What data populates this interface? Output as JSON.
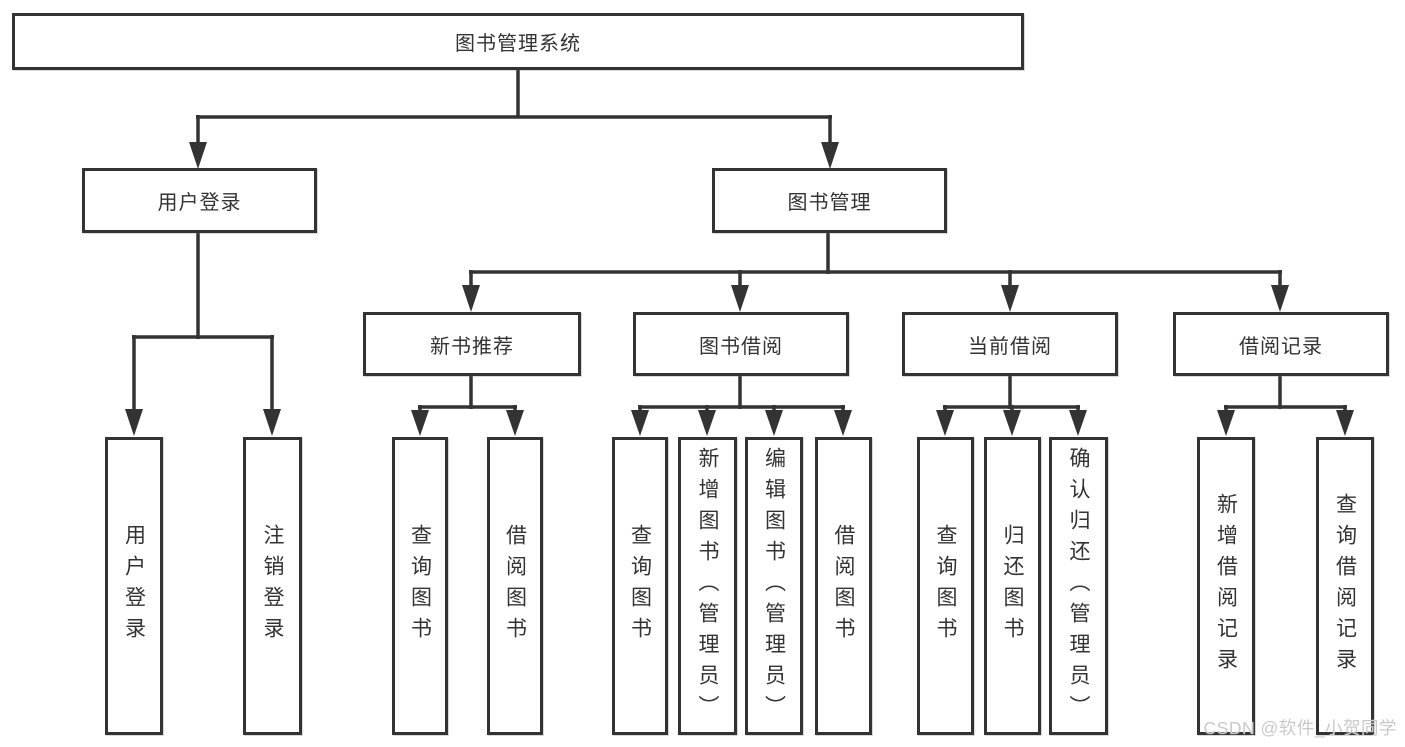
{
  "root": {
    "label": "图书管理系统"
  },
  "branches": [
    {
      "label": "用户登录",
      "children": [
        "用户登录",
        "注销登录"
      ]
    },
    {
      "label": "图书管理",
      "groups": [
        {
          "label": "新书推荐",
          "children": [
            "查询图书",
            "借阅图书"
          ]
        },
        {
          "label": "图书借阅",
          "children": [
            "查询图书",
            "新增图书（管理员）",
            "编辑图书（管理员）",
            "借阅图书"
          ]
        },
        {
          "label": "当前借阅",
          "children": [
            "查询图书",
            "归还图书",
            "确认归还（管理员）"
          ]
        },
        {
          "label": "借阅记录",
          "children": [
            "新增借阅记录",
            "查询借阅记录"
          ]
        }
      ]
    }
  ],
  "watermark": "CSDN @软件_小贺同学",
  "colors": {
    "line": "#333333",
    "text": "#333333",
    "background": "#ffffff",
    "watermark": "#c9c9c9"
  }
}
